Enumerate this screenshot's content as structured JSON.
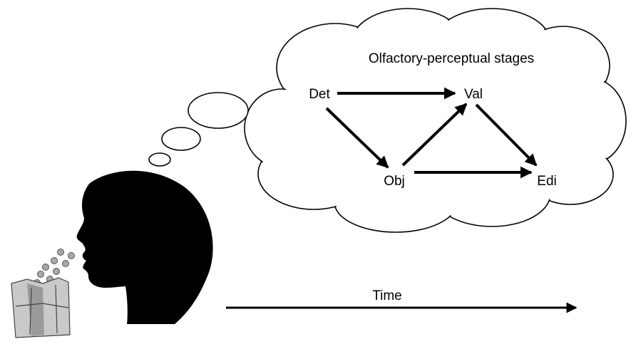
{
  "diagram": {
    "title": "Olfactory-perceptual stages",
    "nodes": [
      {
        "id": "det",
        "label": "Det"
      },
      {
        "id": "val",
        "label": "Val"
      },
      {
        "id": "obj",
        "label": "Obj"
      },
      {
        "id": "edi",
        "label": "Edi"
      }
    ],
    "edges": [
      {
        "from": "Det",
        "to": "Val"
      },
      {
        "from": "Det",
        "to": "Obj"
      },
      {
        "from": "Obj",
        "to": "Val"
      },
      {
        "from": "Obj",
        "to": "Edi"
      },
      {
        "from": "Val",
        "to": "Edi"
      }
    ],
    "time_label": "Time"
  },
  "colors": {
    "ink": "#000000",
    "background": "#ffffff",
    "bag": "#c9c9c9",
    "bag_shadow": "#9a9a9a",
    "odor_particle": "#a8a8a8"
  },
  "icons": {
    "head": "human-head-silhouette-icon",
    "bag": "paper-bag-icon",
    "thought": "thought-bubble-icon"
  }
}
